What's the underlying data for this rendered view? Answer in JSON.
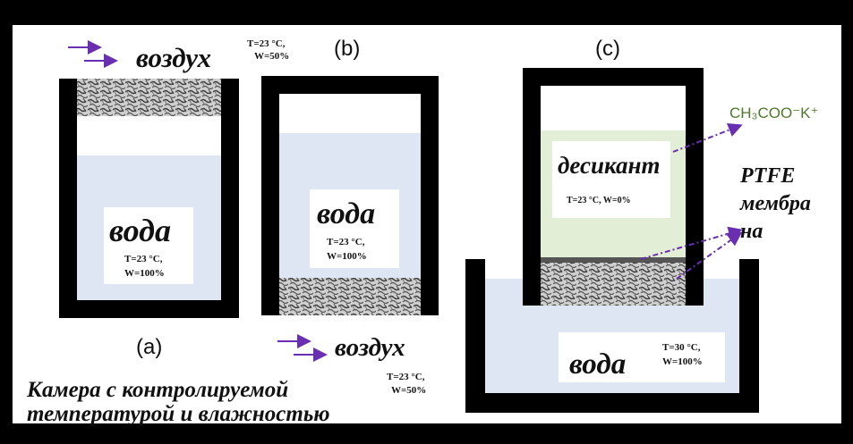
{
  "colors": {
    "frame": "#000000",
    "background": "#ffffff",
    "water": "#dde6f2",
    "desiccant": "#e2eed6",
    "arrow": "#6a2fb0",
    "formula": "#4d7a2a",
    "text": "#111111"
  },
  "panel_a": {
    "label": "(a)",
    "air_label": "воздух",
    "air_conditions": {
      "t": "T=23 °C,",
      "w": "W=50%"
    },
    "water_label": "вода",
    "water_conditions": {
      "t": "T=23 °C,",
      "w": "W=100%"
    }
  },
  "panel_b": {
    "label": "(b)",
    "water_label": "вода",
    "water_conditions": {
      "t": "T=23 °C,",
      "w": "W=100%"
    },
    "air_label": "воздух",
    "air_conditions": {
      "t": "T=23 °C,",
      "w": "W=50%"
    }
  },
  "panel_c": {
    "label": "(c)",
    "desiccant_label": "десикант",
    "desiccant_conditions": "T=23 °C, W=0%",
    "formula": "CH₃COO⁻K⁺",
    "membrane_label": [
      "PTFE",
      "мембра",
      "на"
    ],
    "water_label": "вода",
    "water_conditions": {
      "t": "T=30 °C,",
      "w": "W=100%"
    }
  },
  "caption": [
    "Камера с контролируемой",
    "температурой и влажностью"
  ]
}
